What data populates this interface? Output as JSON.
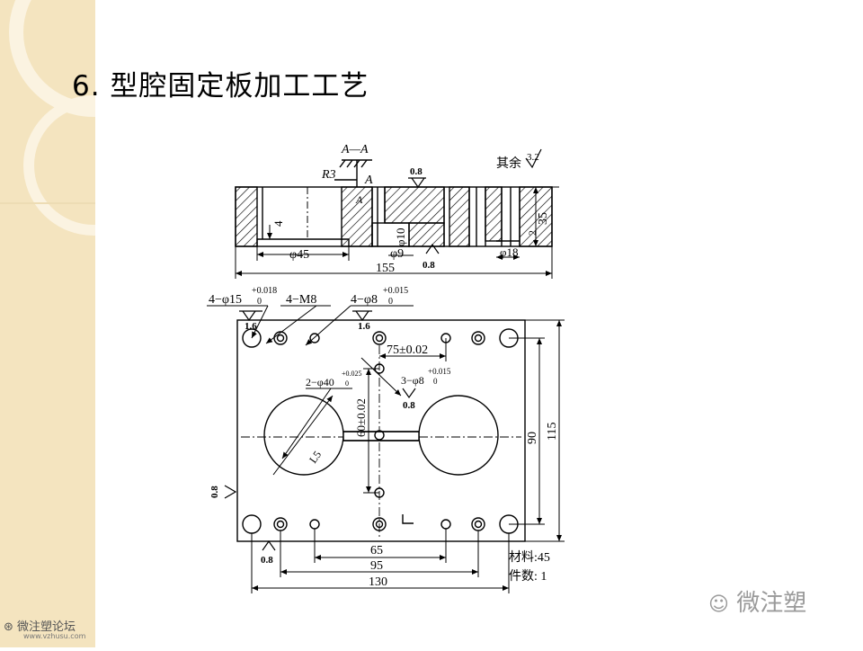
{
  "slide": {
    "title": "6. 型腔固定板加工工艺"
  },
  "drawing": {
    "section_label": "A—A",
    "fillet_label": "R3",
    "section_mark": "A",
    "rest_roughness_prefix": "其余",
    "rest_roughness_value": "3.2",
    "roughness_08": "0.8",
    "roughness_16": "1.6",
    "dim_depth_4": "4",
    "dim_dia45": "φ45",
    "dim_155": "155",
    "dim_dia10": "φ10",
    "dim_dia9": "φ9",
    "dim_dia18": "φ18",
    "dim_35": "35",
    "dim_2": "2",
    "callout_holes15": "4−φ15",
    "tol_15_upper": "+0.018",
    "tol_15_lower": "0",
    "callout_m8": "4−M8",
    "callout_holes8": "4−φ8",
    "tol_8_upper": "+0.015",
    "tol_8_lower": "0",
    "dim_75": "75±0.02",
    "callout_dia40": "2−φ40",
    "tol_40_upper": "+0.025",
    "tol_40_lower": "0",
    "callout_3dia8": "3−φ8",
    "dim_60": "60±0.02",
    "dim_r5": "L5",
    "dim_90": "90",
    "dim_115": "115",
    "dim_65": "65",
    "dim_95": "95",
    "dim_130": "130",
    "material_label": "材料:45",
    "quantity_label": "件数: 1"
  },
  "watermarks": {
    "left_logo": "微注塑论坛",
    "left_url": "www.vzhusu.com",
    "right_logo": "微注塑"
  },
  "colors": {
    "sidebar": "#f4e4bf",
    "ring": "#fbf3e1",
    "ink": "#000000",
    "watermark": "#9a9a9a"
  }
}
